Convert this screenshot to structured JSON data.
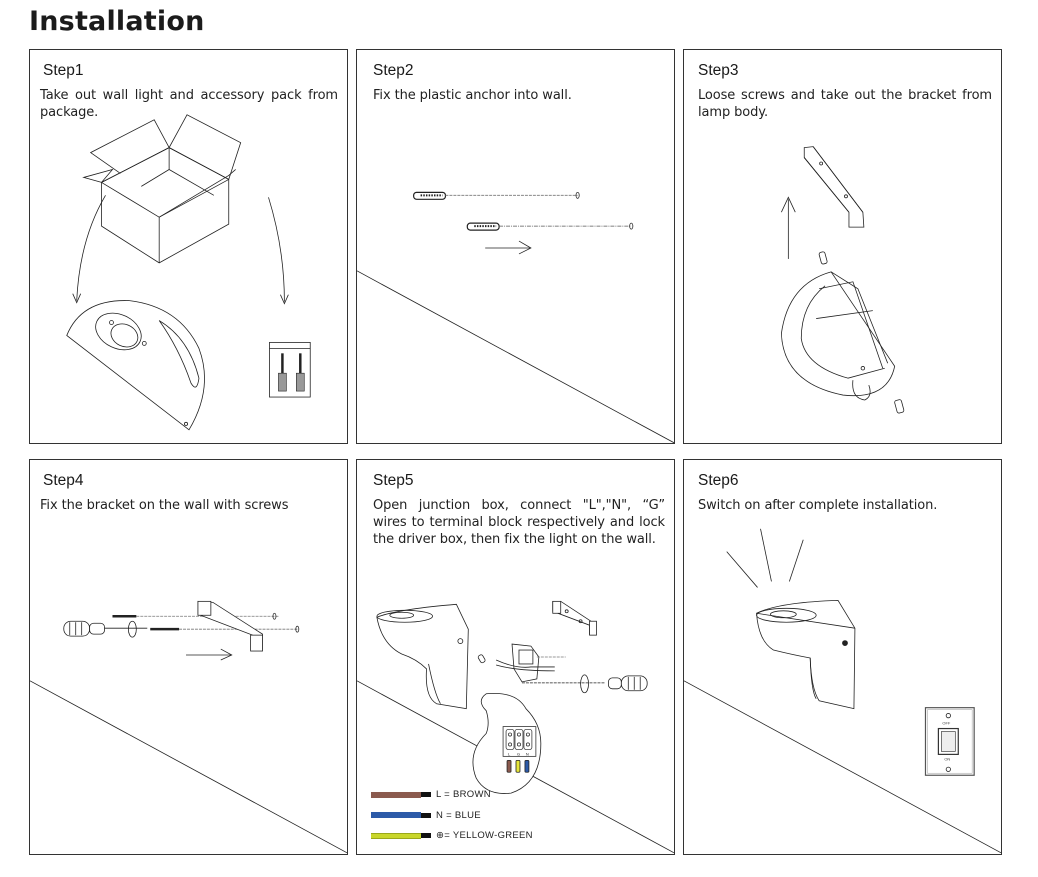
{
  "page": {
    "title": "Installation"
  },
  "steps": [
    {
      "label": "Step1",
      "text": "Take out wall light and accessory pack from package."
    },
    {
      "label": "Step2",
      "text": "Fix the plastic anchor into wall."
    },
    {
      "label": "Step3",
      "text": "Loose screws and take out the bracket from lamp body."
    },
    {
      "label": "Step4",
      "text": "Fix the bracket on the wall with screws"
    },
    {
      "label": "Step5",
      "text": "Open junction box, connect \"L\",\"N\", “G” wires to terminal block respectively and lock the driver box, then fix the light on the wall."
    },
    {
      "label": "Step6",
      "text": "Switch on after complete installation."
    }
  ],
  "wiring_legend": [
    {
      "text": "L = BROWN",
      "color": "#8b5a4e"
    },
    {
      "text": "N = BLUE",
      "color": "#2c5aa8"
    },
    {
      "text": "⊕= YELLOW-GREEN",
      "color": "#c9d62a"
    }
  ],
  "terminal_block": {
    "labels": [
      "L",
      "G",
      "N"
    ]
  },
  "switch_plate": {
    "off_label": "OFF",
    "on_label": "ON"
  }
}
